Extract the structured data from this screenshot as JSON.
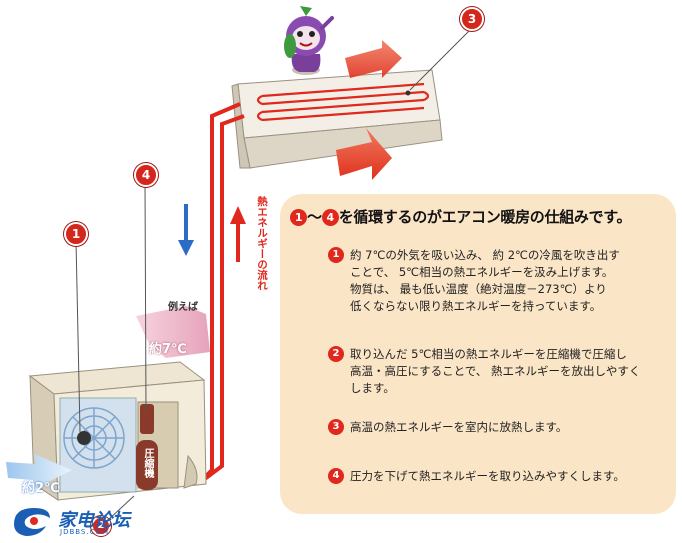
{
  "headline": {
    "badge_start": "1",
    "connector": "〜",
    "badge_end": "4",
    "text": "を循環するのがエアコン暖房の仕組みです。"
  },
  "steps": [
    {
      "number": "1",
      "text": "約 7℃の外気を吸い込み、 約 2℃の冷風を吹き出す\nことで、 5℃相当の熱エネルギーを汲み上げます。\n物質は、 最も低い温度（絶対温度－273℃）より\n低くならない限り熱エネルギーを持っています。"
    },
    {
      "number": "2",
      "text": "取り込んだ 5℃相当の熱エネルギーを圧縮機で圧縮し\n高温・高圧にすることで、 熱エネルギーを放出しやすく\nします。"
    },
    {
      "number": "3",
      "text": "高温の熱エネルギーを室内に放熱します。"
    },
    {
      "number": "4",
      "text": "圧力を下げて熱エネルギーを取り込みやすくします。"
    }
  ],
  "markers": {
    "outdoor_fan": "1",
    "outdoor_compressor": "2",
    "indoor_unit": "3",
    "refrigerant_pipe": "4"
  },
  "labels": {
    "energy_flow": "熱エネルギーの流れ",
    "example": "例えば",
    "intake_temp": "約7℃",
    "outlet_temp": "約2℃",
    "compressor": "圧縮機"
  },
  "watermark": {
    "text": "家电论坛",
    "subtext": "JDBBS.COM"
  },
  "colors": {
    "panel": "#fbe5c7",
    "accent_red": "#e0281e",
    "cool_blue": "#2b6cc4",
    "warm_pink": "#e8a0b8"
  }
}
